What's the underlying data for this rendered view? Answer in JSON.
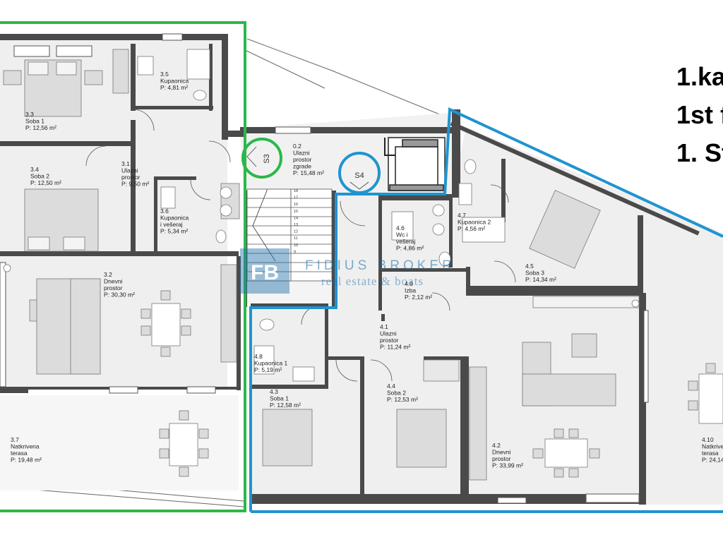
{
  "headings": [
    "1.ka",
    "1st f",
    "1. St"
  ],
  "markers": {
    "s3": "S3",
    "s4": "S4"
  },
  "watermark": {
    "logo": "FB",
    "line1": "FIDIUS BROKER",
    "line2": "real estate & boats"
  },
  "colors": {
    "unit3": "#2bb84a",
    "unit4": "#1f94cf",
    "wall": "#4a4a4a",
    "room": "#efefef",
    "furniture": "#dcdcdc"
  },
  "stair_numbers": [
    "18",
    "17",
    "16",
    "15",
    "14",
    "13",
    "12",
    "11",
    "10",
    "9"
  ],
  "rooms": [
    {
      "id": "3.3",
      "lines": [
        "Soba 1",
        "P: 12,56 m²"
      ]
    },
    {
      "id": "3.5",
      "lines": [
        "Kupaonica",
        "P: 4,81 m²"
      ]
    },
    {
      "id": "3.1",
      "lines": [
        "Ulazni",
        "prostor",
        "P: 9,50 m²"
      ]
    },
    {
      "id": "3.4",
      "lines": [
        "Soba 2",
        "P: 12,50 m²"
      ]
    },
    {
      "id": "3.6",
      "lines": [
        "Kupaonica",
        "i vešeraj",
        "P: 5,34 m²"
      ]
    },
    {
      "id": "3.2",
      "lines": [
        "Dnevni",
        "prostor",
        "P: 30,30 m²"
      ]
    },
    {
      "id": "3.7",
      "lines": [
        "Natkrivena",
        "terasa",
        "P: 19,48 m²"
      ]
    },
    {
      "id": "0.2",
      "lines": [
        "Ulazni",
        "prostor",
        "zgrade",
        "P: 15,48 m²"
      ]
    },
    {
      "id": "4.6",
      "lines": [
        "Wc i",
        "vešeraj",
        "P: 4,86 m²"
      ]
    },
    {
      "id": "4.7",
      "lines": [
        "Kupaonica 2",
        "P: 4,56 m²"
      ]
    },
    {
      "id": "4.9",
      "lines": [
        "Izba",
        "P: 2,12 m²"
      ]
    },
    {
      "id": "4.5",
      "lines": [
        "Soba 3",
        "P: 14,34 m²"
      ]
    },
    {
      "id": "4.1",
      "lines": [
        "Ulazni",
        "prostor",
        "P: 11,24 m²"
      ]
    },
    {
      "id": "4.8",
      "lines": [
        "Kupaonica 1",
        "P: 5,19 m²"
      ]
    },
    {
      "id": "4.3",
      "lines": [
        "Soba 1",
        "P: 12,58 m²"
      ]
    },
    {
      "id": "4.4",
      "lines": [
        "Soba 2",
        "P: 12,53 m²"
      ]
    },
    {
      "id": "4.2",
      "lines": [
        "Dnevni",
        "prostor",
        "P: 33,99 m²"
      ]
    },
    {
      "id": "4.10",
      "lines": [
        "Natkrive",
        "terasa",
        "P: 24,14"
      ]
    }
  ]
}
